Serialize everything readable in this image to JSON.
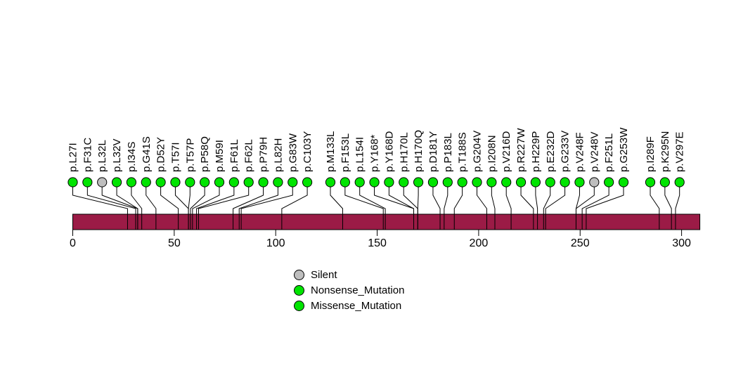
{
  "chart_data": {
    "type": "lollipop",
    "title": "",
    "xlabel": "",
    "ylabel": "",
    "axis": {
      "ticks": [
        0,
        50,
        100,
        150,
        200,
        250,
        300
      ],
      "xlim": [
        0,
        309
      ]
    },
    "protein_bar": {
      "start_aa": 0,
      "end_aa": 309,
      "color": "#9B1B46"
    },
    "legend": [
      {
        "label": "Silent",
        "color": "#BEBEBE"
      },
      {
        "label": "Nonsense_Mutation",
        "color": "#00E400"
      },
      {
        "label": "Missense_Mutation",
        "color": "#00E400"
      }
    ],
    "legend_position": "bottom-center",
    "mutations": [
      {
        "label": "p.L27I",
        "position": 27,
        "type": "Missense_Mutation"
      },
      {
        "label": "p.F31C",
        "position": 31,
        "type": "Missense_Mutation"
      },
      {
        "label": "p.L32L",
        "position": 32,
        "type": "Silent"
      },
      {
        "label": "p.L32V",
        "position": 32,
        "type": "Missense_Mutation"
      },
      {
        "label": "p.I34S",
        "position": 34,
        "type": "Missense_Mutation"
      },
      {
        "label": "p.G41S",
        "position": 41,
        "type": "Missense_Mutation"
      },
      {
        "label": "p.D52Y",
        "position": 52,
        "type": "Missense_Mutation"
      },
      {
        "label": "p.T57I",
        "position": 57,
        "type": "Missense_Mutation"
      },
      {
        "label": "p.T57P",
        "position": 57,
        "type": "Missense_Mutation"
      },
      {
        "label": "p.P58Q",
        "position": 58,
        "type": "Missense_Mutation"
      },
      {
        "label": "p.M59I",
        "position": 59,
        "type": "Missense_Mutation"
      },
      {
        "label": "p.F61L",
        "position": 61,
        "type": "Missense_Mutation"
      },
      {
        "label": "p.F62L",
        "position": 62,
        "type": "Missense_Mutation"
      },
      {
        "label": "p.P79H",
        "position": 79,
        "type": "Missense_Mutation"
      },
      {
        "label": "p.L82H",
        "position": 82,
        "type": "Missense_Mutation"
      },
      {
        "label": "p.G83W",
        "position": 83,
        "type": "Missense_Mutation"
      },
      {
        "label": "p.C103Y",
        "position": 103,
        "type": "Missense_Mutation"
      },
      {
        "label": "p.M133L",
        "position": 133,
        "type": "Missense_Mutation"
      },
      {
        "label": "p.F153L",
        "position": 153,
        "type": "Missense_Mutation"
      },
      {
        "label": "p.L154I",
        "position": 154,
        "type": "Missense_Mutation"
      },
      {
        "label": "p.Y168*",
        "position": 168,
        "type": "Nonsense_Mutation"
      },
      {
        "label": "p.Y168D",
        "position": 168,
        "type": "Missense_Mutation"
      },
      {
        "label": "p.H170L",
        "position": 170,
        "type": "Missense_Mutation"
      },
      {
        "label": "p.H170Q",
        "position": 170,
        "type": "Missense_Mutation"
      },
      {
        "label": "p.D181Y",
        "position": 181,
        "type": "Missense_Mutation"
      },
      {
        "label": "p.P183L",
        "position": 183,
        "type": "Missense_Mutation"
      },
      {
        "label": "p.T188S",
        "position": 188,
        "type": "Missense_Mutation"
      },
      {
        "label": "p.G204V",
        "position": 204,
        "type": "Missense_Mutation"
      },
      {
        "label": "p.I208N",
        "position": 208,
        "type": "Missense_Mutation"
      },
      {
        "label": "p.V216D",
        "position": 216,
        "type": "Missense_Mutation"
      },
      {
        "label": "p.R227W",
        "position": 227,
        "type": "Missense_Mutation"
      },
      {
        "label": "p.H229P",
        "position": 229,
        "type": "Missense_Mutation"
      },
      {
        "label": "p.E232D",
        "position": 232,
        "type": "Missense_Mutation"
      },
      {
        "label": "p.G233V",
        "position": 233,
        "type": "Missense_Mutation"
      },
      {
        "label": "p.V248F",
        "position": 248,
        "type": "Missense_Mutation"
      },
      {
        "label": "p.V248V",
        "position": 248,
        "type": "Silent"
      },
      {
        "label": "p.F251L",
        "position": 251,
        "type": "Missense_Mutation"
      },
      {
        "label": "p.G253W",
        "position": 253,
        "type": "Missense_Mutation"
      },
      {
        "label": "p.I289F",
        "position": 289,
        "type": "Missense_Mutation"
      },
      {
        "label": "p.K295N",
        "position": 295,
        "type": "Missense_Mutation"
      },
      {
        "label": "p.V297E",
        "position": 297,
        "type": "Missense_Mutation"
      }
    ]
  },
  "colors": {
    "background": "#FFFFFF",
    "line": "#000000",
    "text": "#000000",
    "protein_bar": "#9B1B46",
    "silent": "#BEBEBE",
    "nonsense": "#00E400",
    "missense": "#00E400"
  }
}
